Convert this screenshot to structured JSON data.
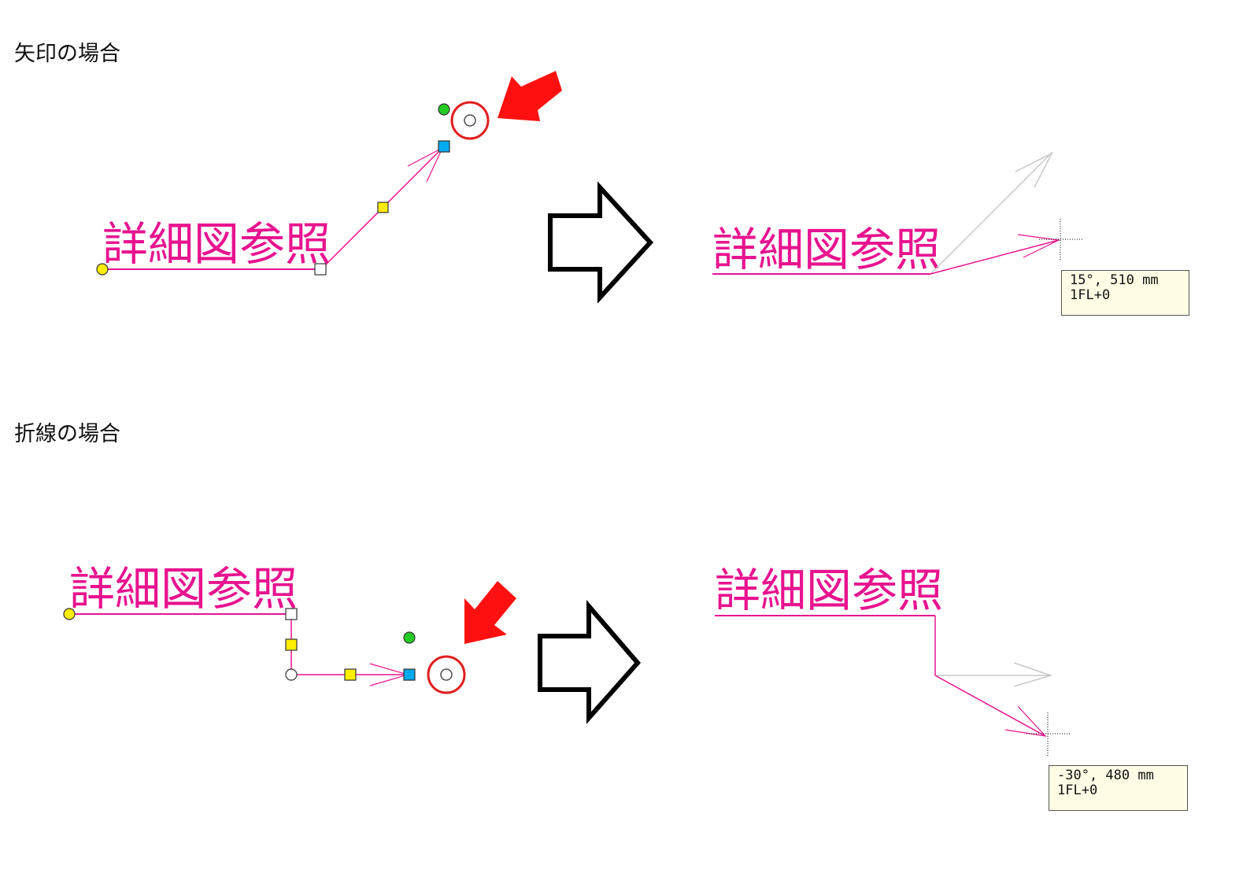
{
  "sections": [
    {
      "title": "矢印の場合",
      "before_label": "詳細図参照",
      "after_label": "詳細図参照",
      "tooltip": {
        "line1": "15°, 510 mm",
        "line2": "1FL+0"
      }
    },
    {
      "title": "折線の場合",
      "before_label": "詳細図参照",
      "after_label": "詳細図参照",
      "tooltip": {
        "line1": "-30°, 480 mm",
        "line2": "1FL+0"
      }
    }
  ],
  "colors": {
    "leader": "#e8138f",
    "ghost": "#cccccc",
    "highlight": "#e02020",
    "handle_yellow": "#ffee00",
    "handle_cyan": "#00aaee",
    "handle_green": "#22cc22"
  }
}
